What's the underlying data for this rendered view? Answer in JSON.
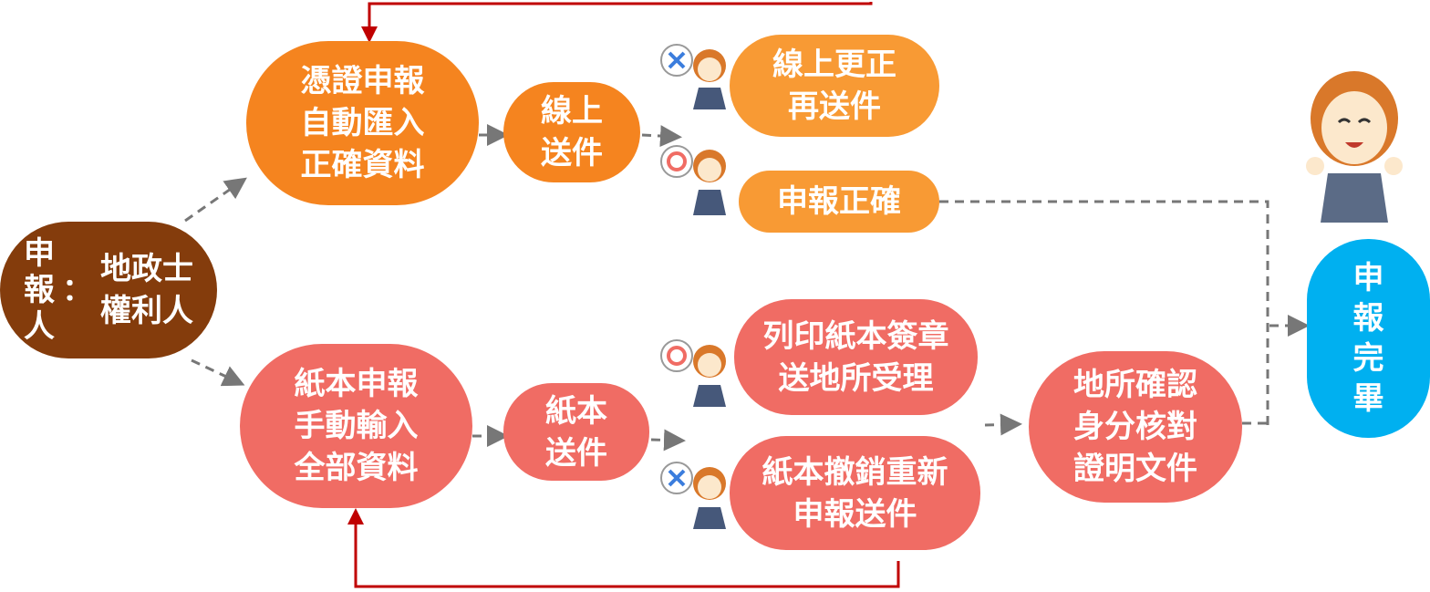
{
  "applicant": {
    "label": "申\n報\n人",
    "colon": "：",
    "roles": "地政士\n權利人",
    "color": "#843C0C"
  },
  "online": {
    "import": "憑證申報\n自動匯入\n正確資料",
    "send": "線上\n送件",
    "correct_resend": "線上更正\n再送件",
    "ok": "申報正確",
    "color": "#F5841F",
    "light": "#F89A34"
  },
  "paper": {
    "input": "紙本申報\n手動輸入\n全部資料",
    "send": "紙本\n送件",
    "print": "列印紙本簽章\n送地所受理",
    "revoke": "紙本撤銷重新\n申報送件",
    "color": "#F06C64"
  },
  "verify": "地所確認\n身分核對\n證明文件",
  "done": {
    "label": "申\n報\n完\n畢",
    "color": "#00B0F0"
  },
  "icons": {
    "reject": "x-sign-icon",
    "accept": "o-sign-icon"
  }
}
